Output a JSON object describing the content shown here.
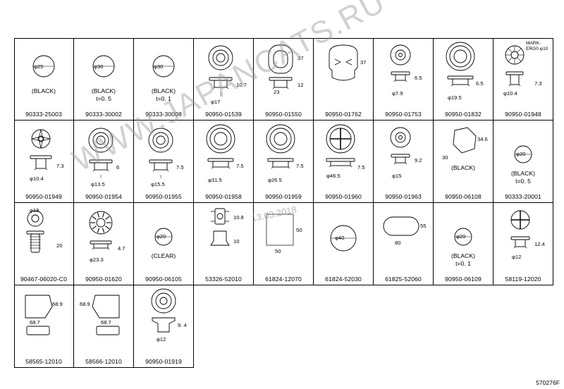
{
  "figure_id": "570276F",
  "watermark": {
    "text": "WWW.JAPANCATS.RU",
    "date": "13.03.2018"
  },
  "cells": [
    {
      "part_no": "90333-25003",
      "shape": "plug-flat",
      "labels": [
        "(BLACK)"
      ],
      "dims": [
        "φ25"
      ]
    },
    {
      "part_no": "90333-30002",
      "shape": "plug-flat",
      "labels": [
        "(BLACK)",
        "t=0. 5"
      ],
      "dims": [
        "φ30"
      ]
    },
    {
      "part_no": "90333-30008",
      "shape": "plug-flat",
      "labels": [
        "(BLACK)",
        "t=0. 1"
      ],
      "dims": [
        "φ30"
      ]
    },
    {
      "part_no": "90950-01539",
      "shape": "grommet-round",
      "labels": [],
      "dims": [
        "10.7",
        "φ17"
      ]
    },
    {
      "part_no": "90950-01550",
      "shape": "grommet-oval",
      "labels": [],
      "dims": [
        "37",
        "12",
        "23"
      ]
    },
    {
      "part_no": "90950-01762",
      "shape": "grommet-tall",
      "labels": [],
      "dims": [
        "37"
      ]
    },
    {
      "part_no": "90950-01753",
      "shape": "grommet-small",
      "labels": [],
      "dims": [
        "6.5",
        "φ7.9"
      ]
    },
    {
      "part_no": "90950-01832",
      "shape": "grommet-large",
      "labels": [],
      "dims": [
        "6.5",
        "φ19.5"
      ]
    },
    {
      "part_no": "90950-01948",
      "shape": "clip-marked",
      "labels": [
        "MARK‐",
        "ERG0 φ10"
      ],
      "dims": [
        "7.3",
        "φ10.4"
      ]
    },
    {
      "part_no": "90950-01949",
      "shape": "clip-star",
      "labels": [],
      "dims": [
        "7.3",
        "φ10.4"
      ]
    },
    {
      "part_no": "90950-01954",
      "shape": "grommet-round",
      "labels": [],
      "dims": [
        "6",
        "φ13.5"
      ]
    },
    {
      "part_no": "90950-01955",
      "shape": "grommet-round",
      "labels": [],
      "dims": [
        "7.5",
        "φ15.5"
      ]
    },
    {
      "part_no": "90950-01958",
      "shape": "grommet-large",
      "labels": [],
      "dims": [
        "7.5",
        "φ31.5"
      ]
    },
    {
      "part_no": "90950-01959",
      "shape": "grommet-large",
      "labels": [],
      "dims": [
        "7.5",
        "φ26.5"
      ]
    },
    {
      "part_no": "90950-01960",
      "shape": "grommet-cross",
      "labels": [],
      "dims": [
        "7.5",
        "φ46.5"
      ]
    },
    {
      "part_no": "90950-01963",
      "shape": "grommet-small",
      "labels": [],
      "dims": [
        "9.2",
        "φ15"
      ]
    },
    {
      "part_no": "90950-06108",
      "shape": "plug-hex",
      "labels": [
        "(BLACK)"
      ],
      "dims": [
        "34.6",
        "30"
      ]
    },
    {
      "part_no": "90333-20001",
      "shape": "plug-flat-small",
      "labels": [
        "(BLACK)",
        "t=0. 5"
      ],
      "dims": [
        "φ20"
      ]
    },
    {
      "part_no": "90467-06020-C0",
      "shape": "clip-push",
      "labels": [],
      "dims": [
        "φ18",
        "20"
      ]
    },
    {
      "part_no": "90950-01620",
      "shape": "grommet-gear",
      "labels": [],
      "dims": [
        "4.7",
        "φ23.3"
      ]
    },
    {
      "part_no": "90950-06105",
      "shape": "plug-flat-small",
      "labels": [
        "(CLEAR)"
      ],
      "dims": [
        "φ20"
      ]
    },
    {
      "part_no": "53326-52010",
      "shape": "clip-bracket",
      "labels": [],
      "dims": [
        "10.8",
        "10"
      ]
    },
    {
      "part_no": "61824-12070",
      "shape": "sheet-square",
      "labels": [],
      "dims": [
        "50",
        "50"
      ]
    },
    {
      "part_no": "61824-52030",
      "shape": "plug-flat-medium",
      "labels": [],
      "dims": [
        "φ40"
      ]
    },
    {
      "part_no": "61825-52060",
      "shape": "sheet-oval",
      "labels": [],
      "dims": [
        "55",
        "80"
      ]
    },
    {
      "part_no": "90950-06109",
      "shape": "plug-flat-small",
      "labels": [
        "(BLACK)",
        "t=0. 1"
      ],
      "dims": [
        "φ20"
      ]
    },
    {
      "part_no": "58119-12020",
      "shape": "clip-cross",
      "labels": [],
      "dims": [
        "12.4",
        "φ12"
      ]
    },
    {
      "part_no": "58565-12010",
      "shape": "cap-left",
      "labels": [],
      "dims": [
        "68.9",
        "68.7"
      ]
    },
    {
      "part_no": "58566-12010",
      "shape": "cap-right",
      "labels": [],
      "dims": [
        "68.9",
        "68.7"
      ]
    },
    {
      "part_no": "90950-01919",
      "shape": "grommet-deep",
      "labels": [],
      "dims": [
        "9. 4",
        "φ12"
      ]
    },
    {
      "part_no": "",
      "shape": "empty",
      "labels": [],
      "dims": []
    },
    {
      "part_no": "",
      "shape": "empty",
      "labels": [],
      "dims": []
    },
    {
      "part_no": "",
      "shape": "empty",
      "labels": [],
      "dims": []
    },
    {
      "part_no": "",
      "shape": "empty",
      "labels": [],
      "dims": []
    },
    {
      "part_no": "",
      "shape": "empty",
      "labels": [],
      "dims": []
    },
    {
      "part_no": "",
      "shape": "empty",
      "labels": [],
      "dims": []
    }
  ]
}
